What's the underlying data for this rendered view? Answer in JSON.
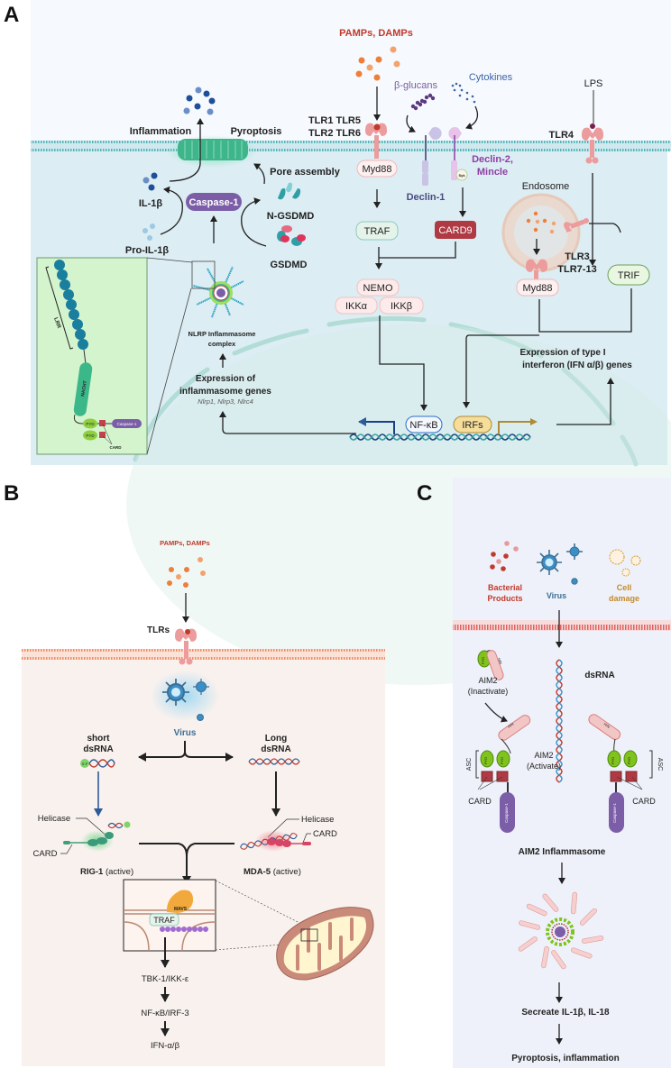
{
  "figure": {
    "panels": [
      {
        "id": "A",
        "label": "A"
      },
      {
        "id": "B",
        "label": "B"
      },
      {
        "id": "C",
        "label": "C"
      }
    ]
  },
  "panel_a": {
    "label": "A",
    "stimuli": {
      "pamps_damps": "PAMPs, DAMPs",
      "beta_glucans": "β-glucans",
      "cytokines": "Cytokines",
      "lps": "LPS"
    },
    "receptors": {
      "tlr_group_line1": "TLR1 TLR5",
      "tlr_group_line2": "TLR2 TLR6",
      "tlr4": "TLR4",
      "declin1": "Declin-1",
      "declin2_line1": "Declin-2,",
      "declin2_line2": "Mincle",
      "syk": "Syk",
      "tlr3_line1": "TLR3",
      "tlr3_line2": "TLR7-13"
    },
    "nodes": {
      "myd88": "Myd88",
      "traf": "TRAF",
      "card9": "CARD9",
      "nemo": "NEMO",
      "ikk_alpha": "IKKα",
      "ikk_beta": "IKKβ",
      "endosome": "Endosome",
      "myd88_endosome": "Myd88",
      "trif": "TRIF",
      "nfkb": "NF-κB",
      "irfs": "IRFs"
    },
    "inflammasome": {
      "inflammation": "Inflammation",
      "pyroptosis": "Pyroptosis",
      "pore_assembly": "Pore assembly",
      "il1b": "IL-1β",
      "pro_il1b": "Pro-IL-1β",
      "caspase1": "Caspase-1",
      "n_gsdmd": "N-GSDMD",
      "gsdmd": "GSDMD",
      "complex_line1": "NLRP Inflammasome",
      "complex_line2": "complex",
      "expression_line1": "Expression of",
      "expression_line2": "inflammasome genes",
      "genes": "Nlrp1, Nlrp3, Nlrc4"
    },
    "inset": {
      "lrr": "LRR",
      "nacht": "NACHT",
      "pyd1": "PYD",
      "pyd2": "PYD",
      "caspase1": "Caspase-1",
      "card": "CARD"
    },
    "interferon": {
      "line1": "Expression of type I",
      "line2": "interferon (IFN α/β) genes"
    }
  },
  "panel_b": {
    "label": "B",
    "stimuli": "PAMPs, DAMPs",
    "tlrs": "TLRs",
    "virus": "Virus",
    "short_dsrna_line1": "short",
    "short_dsrna_line2": "dsRNA",
    "long_dsrna_line1": "Long",
    "long_dsrna_line2": "dsRNA",
    "five_p": "5'-P",
    "helicase_left": "Helicase",
    "card_left": "CARD",
    "helicase_right": "Helicase",
    "card_right": "CARD",
    "rig1_name": "RIG-1",
    "rig1_state": " (active)",
    "mda5_name": "MDA-5",
    "mda5_state": " (active)",
    "mavs": "MAVS",
    "traf": "TRAF",
    "cascade": [
      "TBK-1/IKK-ε",
      "NF-κB/IRF-3",
      "IFN-α/β"
    ]
  },
  "panel_c": {
    "label": "C",
    "bacterial_line1": "Bacterial",
    "bacterial_line2": "Products",
    "virus": "Virus",
    "cell_damage_line1": "Cell",
    "cell_damage_line2": "damage",
    "dsrna": "dsRNA",
    "aim2_inactive_line1": "AIM2",
    "aim2_inactive_line2": "(Inactivate)",
    "aim2_active_line1": "AIM2",
    "aim2_active_line2": "(Activate)",
    "hin": "HIN",
    "pyd": "PYD",
    "asc": "ASC",
    "card": "CARD",
    "caspase1": "Caspase-1",
    "inflammasome": "AIM2 Inflammasome",
    "secrete": "Secreate IL-1β, IL-18",
    "outcome": "Pyroptosis, inflammation"
  },
  "colors": {
    "panel_a_bg_outside": "#f6f9fd",
    "panel_a_bg_inside": "#dcedf3",
    "membrane_a": "#4fb3b8",
    "panel_b_bg_outside": "#ffffff",
    "panel_b_bg_inside": "#f8f1ee",
    "membrane_b": "#f08c66",
    "panel_c_bg": "#eef1f9",
    "membrane_c": "#e06060",
    "pamps_red": "#c0392b",
    "caspase_purple": "#7b5ea7",
    "card9_red": "#b03a44",
    "declin2_purple": "#8e3fa5",
    "cytokine_blue": "#3a64a8",
    "virus_blue": "#3d6f96",
    "cell_damage_gold": "#c48a2a",
    "pyd_green": "#7fc31c",
    "inset_green": "#d3f4cd"
  }
}
